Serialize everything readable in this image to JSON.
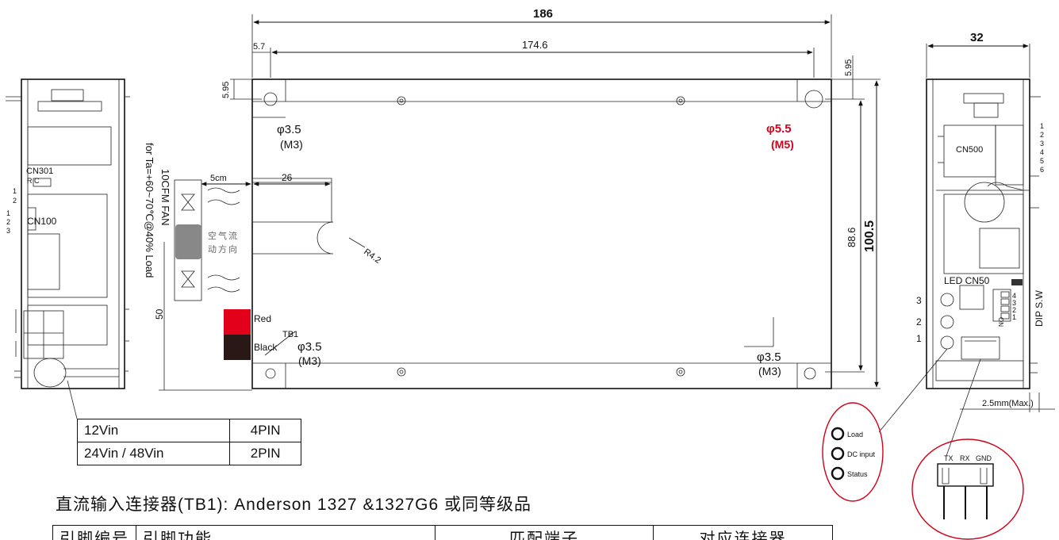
{
  "dimensions": {
    "overall_length": "186",
    "hole_spacing": "174.6",
    "edge_offset": "5.7",
    "top_offset_left": "5.95",
    "top_offset_right": "5.95",
    "width": "100.5",
    "hole_pitch_vertical": "88.6",
    "depth": "32",
    "fan_offset": "5cm",
    "slot_length": "26",
    "slot_radius": "R4.2",
    "bottom_offset": "50",
    "clearance": "2.5mm(Max.)"
  },
  "holes": {
    "top_left": {
      "dia": "φ3.5",
      "screw": "(M3)"
    },
    "top_right": {
      "dia": "φ5.5",
      "screw": "(M5)"
    },
    "bottom_left": {
      "dia": "φ3.5",
      "screw": "(M3)"
    },
    "bottom_right": {
      "dia": "φ3.5",
      "screw": "(M3)"
    }
  },
  "fan": {
    "spec": "10CFM  FAN",
    "condition": "for Ta=+60~70℃@40% Load",
    "airflow_label_1": "空气流",
    "airflow_label_2": "动方向"
  },
  "terminal": {
    "name": "TB1",
    "red": "Red",
    "black": "Black",
    "red_color": "#e3001b",
    "black_color": "#2a1816"
  },
  "left_view": {
    "cn301": "CN301",
    "rc": "R C",
    "cn100": "CN100",
    "pins_a": [
      "1",
      "2"
    ],
    "pins_b": [
      "1",
      "2",
      "3"
    ]
  },
  "right_view": {
    "cn500": "CN500",
    "cn500_pins": [
      "1",
      "2",
      "3",
      "4",
      "5",
      "6"
    ],
    "led_cn50": "LED CN50",
    "dip_label": "DIP S.W",
    "dip_on": "ON",
    "dip_numbers": [
      "4",
      "3",
      "2",
      "1"
    ],
    "led_numbers": [
      "3",
      "2",
      "1"
    ]
  },
  "led_legend": {
    "items": [
      "Load",
      "DC input",
      "Status"
    ],
    "highlight_color": "#d0021b"
  },
  "uart": {
    "pins": [
      "TX",
      "RX",
      "GND"
    ]
  },
  "pin_table": {
    "rows": [
      {
        "input": "12Vin",
        "pins": "4PIN"
      },
      {
        "input": "24Vin / 48Vin",
        "pins": "2PIN"
      }
    ]
  },
  "note": "直流输入连接器(TB1): Anderson 1327 &1327G6 或同等级品",
  "spec_table": {
    "headers": [
      "引脚编号",
      "引脚功能",
      "匹配端子",
      "对应连接器"
    ]
  }
}
